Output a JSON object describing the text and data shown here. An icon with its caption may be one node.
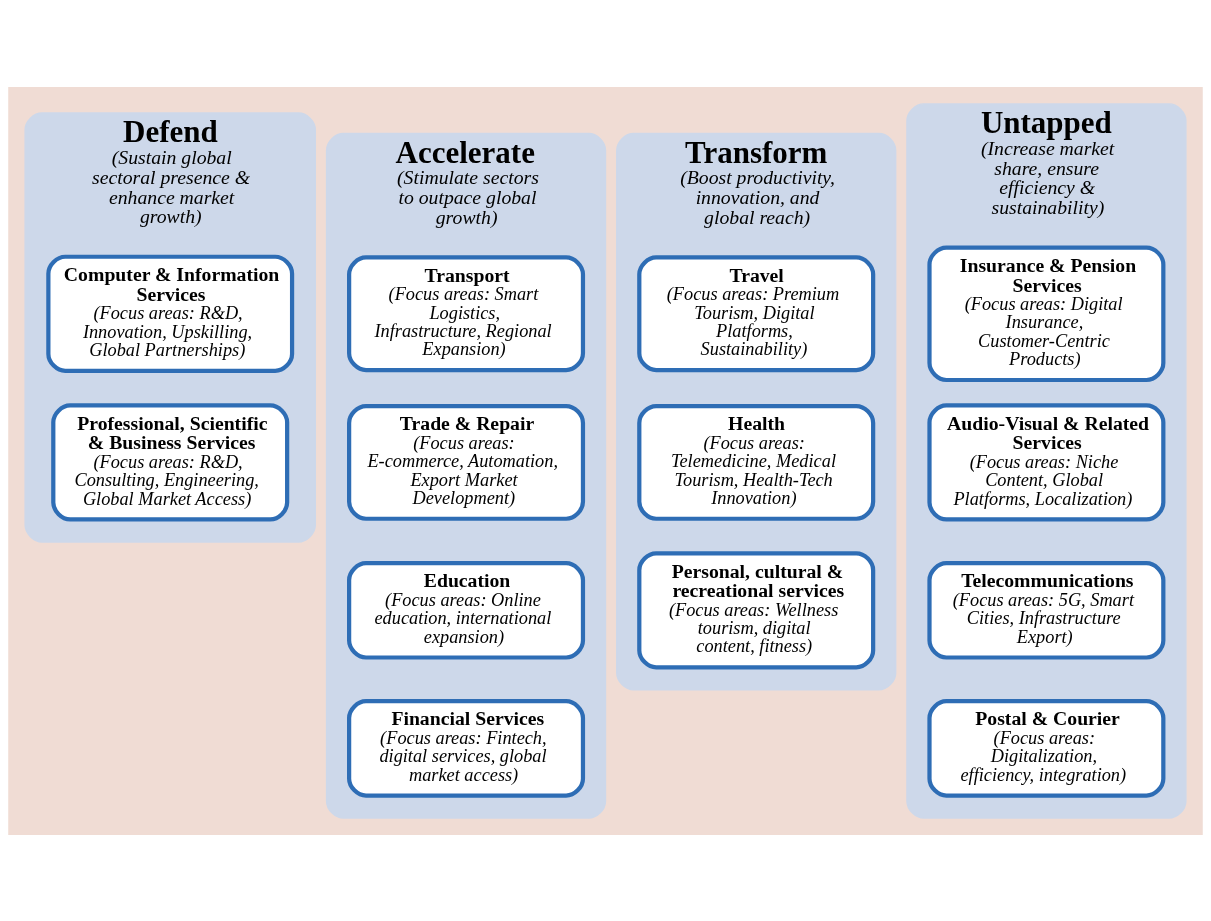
{
  "diagram": {
    "nodes": [
      {
        "text": [
          "Defend",
          "(Sustain global sectoral presence & enhance market growth)"
        ]
      },
      {
        "text": [
          "Computer & Information Services",
          "(Focus areas: R&D, Innovation, Upskilling, Global Partnerships)"
        ],
        "in": 0
      },
      {
        "text": [
          "Professional, Scientific & Business Services",
          "(Focus areas: R&D, Consulting, Engineering, Global Market Access)"
        ],
        "in": 0
      },
      {
        "text": [
          "Accelerate",
          "(Stimulate sectors to outpace global growth)"
        ]
      },
      {
        "text": [
          "Transport",
          "(Focus areas: Smart Logistics, Infrastructure, Regional Expansion)"
        ],
        "in": 3
      },
      {
        "text": [
          "Trade & Repair",
          "(Focus areas: E-commerce, Automation, Export Market Development)"
        ],
        "in": 3
      },
      {
        "text": [
          "Education",
          "(Focus areas: Online education, international expansion)"
        ],
        "in": 3
      },
      {
        "text": [
          "Financial Services",
          "(Focus areas: Fintech, digital services, global market access)"
        ],
        "in": 3
      },
      {
        "text": [
          "Transform",
          "(Boost productivity, innovation, and global reach)"
        ]
      },
      {
        "text": [
          "Travel",
          "(Focus areas: Premium Tourism, Digital Platforms, Sustainability)"
        ],
        "in": 8
      },
      {
        "text": [
          "Health",
          "(Focus areas: Telemedicine, Medical Tourism, Health-Tech Innovation)"
        ],
        "in": 8
      },
      {
        "text": [
          "Personal, cultural & recreational services",
          "(Focus areas: Wellness tourism, digital content, fitness)"
        ],
        "in": 8
      },
      {
        "text": [
          "Untapped",
          "(Increase market share, ensure efficiency & sustainability)"
        ]
      },
      {
        "text": [
          "Insurance & Pension Services",
          "(Focus areas: Digital Insurance, Customer-Centric Products)"
        ],
        "in": 12
      },
      {
        "text": [
          "Audio-Visual & Related Services",
          "(Focus areas: Niche Content, Global Platforms, Localization)"
        ],
        "in": 12
      },
      {
        "text": [
          "Telecommunications",
          "(Focus areas: 5G, Smart Cities, Infrastructure Export)"
        ],
        "in": 12
      },
      {
        "text": [
          "Postal & Courier",
          "(Focus areas: Digitalization, efficiency, integration)"
        ],
        "in": 12
      }
    ]
  }
}
